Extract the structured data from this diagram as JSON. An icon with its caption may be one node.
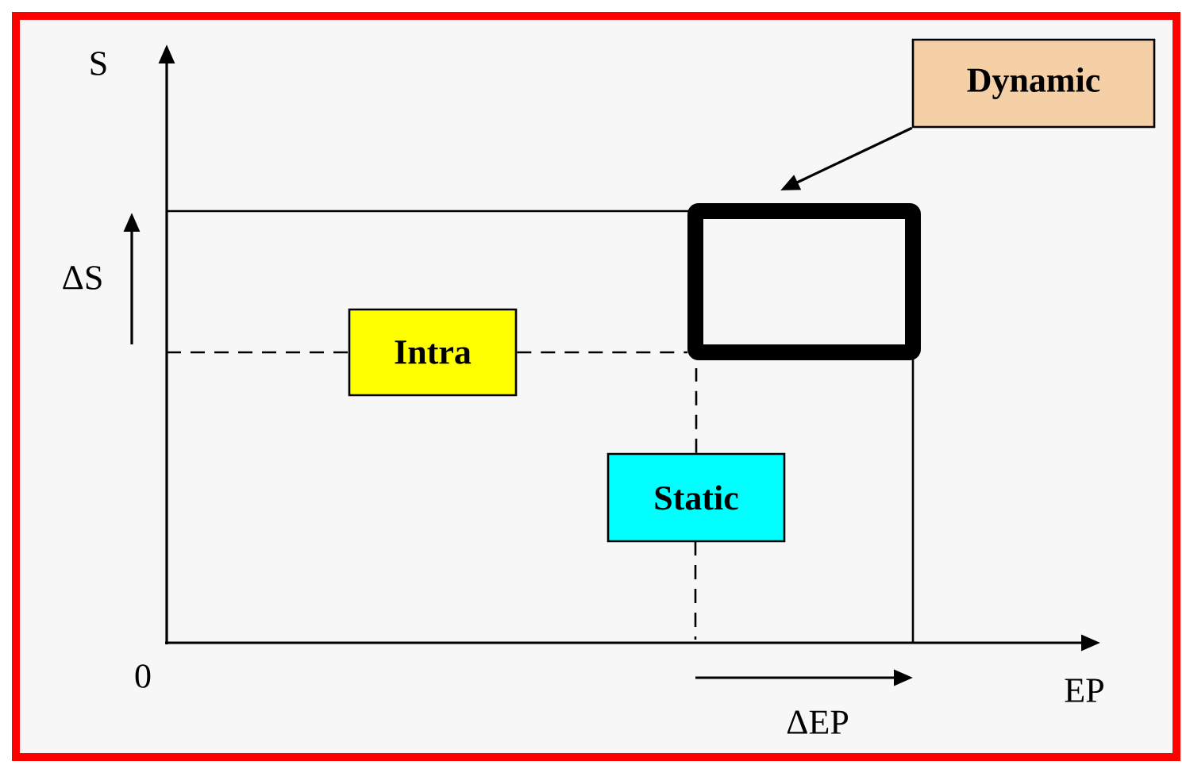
{
  "diagram": {
    "nodes": [
      {
        "text": [
          "Dynamic"
        ]
      },
      {
        "text": [],
        "shape": "box"
      },
      {
        "text": [
          "Intra"
        ]
      },
      {
        "text": [
          "Static"
        ]
      }
    ],
    "edges": [
      {
        "from": 0,
        "to": 1,
        "arrow": "to"
      },
      {
        "from": 2,
        "to": 1,
        "arrow": "none",
        "style": "dashed"
      },
      {
        "from": 3,
        "to": 1,
        "arrow": "none",
        "style": "dashed"
      }
    ],
    "labels": [
      "S",
      "ΔS",
      "0",
      "EP",
      "ΔEP"
    ]
  }
}
